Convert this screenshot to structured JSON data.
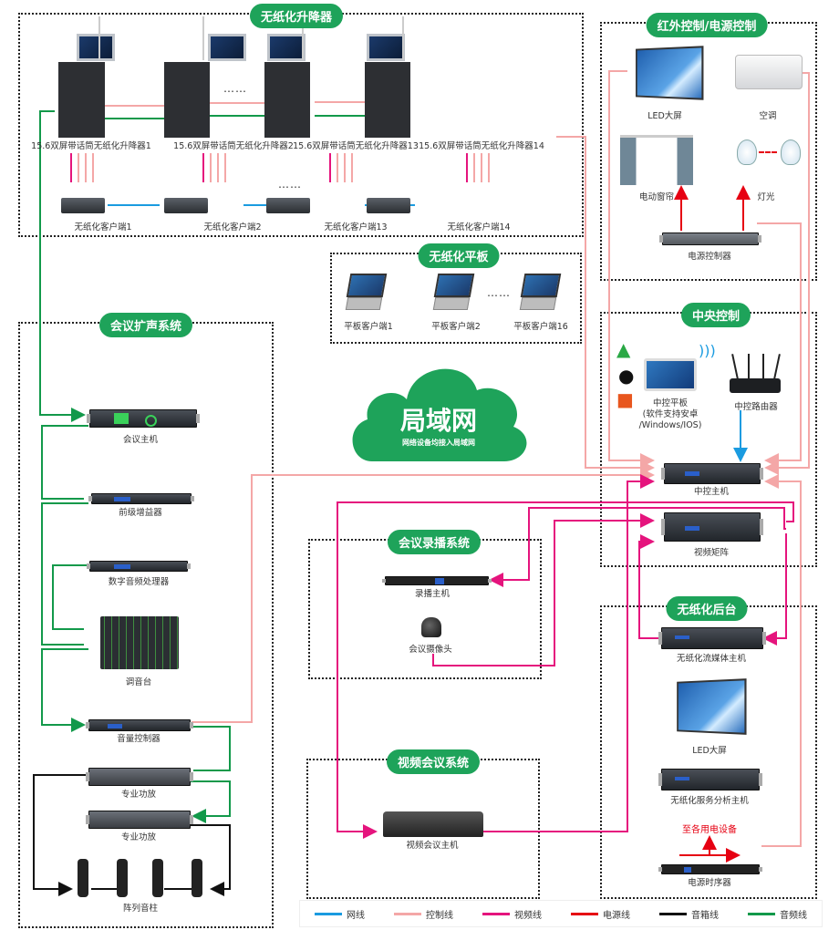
{
  "colors": {
    "network": "#1a9be0",
    "control": "#f4a7a7",
    "video": "#e5147d",
    "power": "#e60012",
    "speaker": "#111111",
    "audio": "#12994a",
    "tag_bg": "#1ea35a"
  },
  "sections": {
    "lifter": "无纸化升降器",
    "tablet": "无纸化平板",
    "ir_power": "红外控制/电源控制",
    "central": "中央控制",
    "audio_sys": "会议扩声系统",
    "recording": "会议录播系统",
    "backend": "无纸化后台",
    "videoconf": "视频会议系统"
  },
  "lifters": [
    {
      "label": "15.6双屏带话筒无纸化升降器1"
    },
    {
      "label": "15.6双屏带话筒无纸化升降器2"
    },
    {
      "label": "15.6双屏带话筒无纸化升降器13"
    },
    {
      "label": "15.6双屏带话筒无纸化升降器14"
    }
  ],
  "clients": [
    {
      "label": "无纸化客户端1"
    },
    {
      "label": "无纸化客户端2"
    },
    {
      "label": "无纸化客户端13"
    },
    {
      "label": "无纸化客户端14"
    }
  ],
  "ellipsis": "……",
  "tablets": [
    {
      "label": "平板客户端1"
    },
    {
      "label": "平板客户端2"
    },
    {
      "label": "平板客户端16"
    }
  ],
  "ir_devices": {
    "led": "LED大屏",
    "ac": "空调",
    "curtain": "电动窗帘",
    "light": "灯光",
    "power_ctrl": "电源控制器"
  },
  "central": {
    "pad_line1": "中控平板",
    "pad_line2": "(软件支持安卓",
    "pad_line3": "/Windows/IOS)",
    "router": "中控路由器",
    "host": "中控主机",
    "matrix": "视频矩阵",
    "os_icons": [
      "android-icon",
      "apple-icon",
      "windows-icon"
    ]
  },
  "cloud": {
    "title": "局域网",
    "subtitle": "网络设备均接入局域网"
  },
  "audio_devices": {
    "conf_host": "会议主机",
    "preamp": "前级增益器",
    "dsp": "数字音频处理器",
    "mixer": "调音台",
    "volume": "音量控制器",
    "amp1": "专业功放",
    "amp2": "专业功放",
    "speakers": "阵列音柱"
  },
  "recording": {
    "host": "录播主机",
    "camera": "会议摄像头"
  },
  "backend": {
    "stream": "无纸化流媒体主机",
    "led": "LED大屏",
    "server": "无纸化服务分析主机",
    "note": "至各用电设备",
    "sequencer": "电源时序器"
  },
  "videoconf": {
    "host": "视频会议主机"
  },
  "legend": [
    {
      "label": "网线",
      "color": "#1a9be0"
    },
    {
      "label": "控制线",
      "color": "#f4a7a7"
    },
    {
      "label": "视频线",
      "color": "#e5147d"
    },
    {
      "label": "电源线",
      "color": "#e60012"
    },
    {
      "label": "音箱线",
      "color": "#111111"
    },
    {
      "label": "音频线",
      "color": "#12994a"
    }
  ]
}
